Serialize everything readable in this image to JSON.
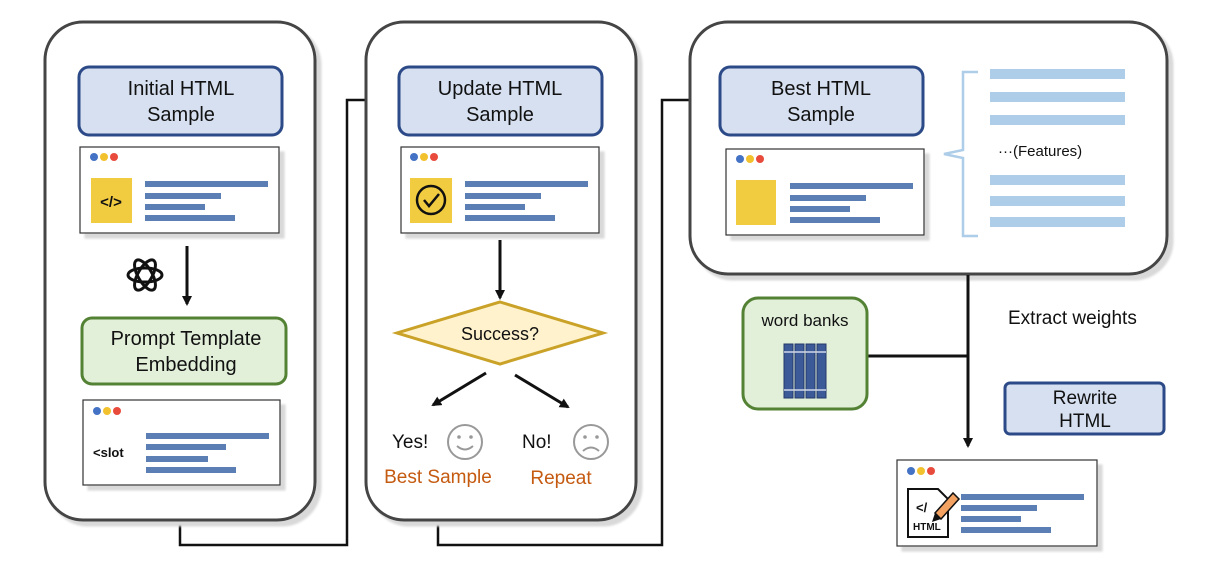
{
  "panels": {
    "initial": {
      "title_line1": "Initial HTML",
      "title_line2": "Sample",
      "code_symbol": "</>",
      "prompt_line1": "Prompt Template",
      "prompt_line2": "Embedding",
      "slot_text": "<slot",
      "openai_icon": "openai-logo-icon"
    },
    "update": {
      "title_line1": "Update HTML",
      "title_line2": "Sample",
      "check_icon": "check-circle-icon",
      "decision": "Success?",
      "yes": "Yes!",
      "yes_outcome": "Best Sample",
      "no": "No!",
      "no_outcome": "Repeat"
    },
    "best": {
      "title_line1": "Best HTML",
      "title_line2": "Sample",
      "features": "···(Features)"
    }
  },
  "word_banks": "word banks",
  "extract_weights": "Extract weights",
  "rewrite_line1": "Rewrite",
  "rewrite_line2": "HTML",
  "final_icon_text": "HTML",
  "final_code_symbol": "</",
  "colors": {
    "blue_fill": "#d6e0f0",
    "blue_border": "#2c4a87",
    "green_fill": "#e2f0d9",
    "green_border": "#548235",
    "yellow": "#f2cc40",
    "bar_blue": "#5b7fb5",
    "feature_blue": "#aecde8",
    "orange_text": "#c55a11",
    "dot_blue": "#4472c4",
    "dot_yellow": "#f2c12e",
    "dot_red": "#e84b3c"
  }
}
